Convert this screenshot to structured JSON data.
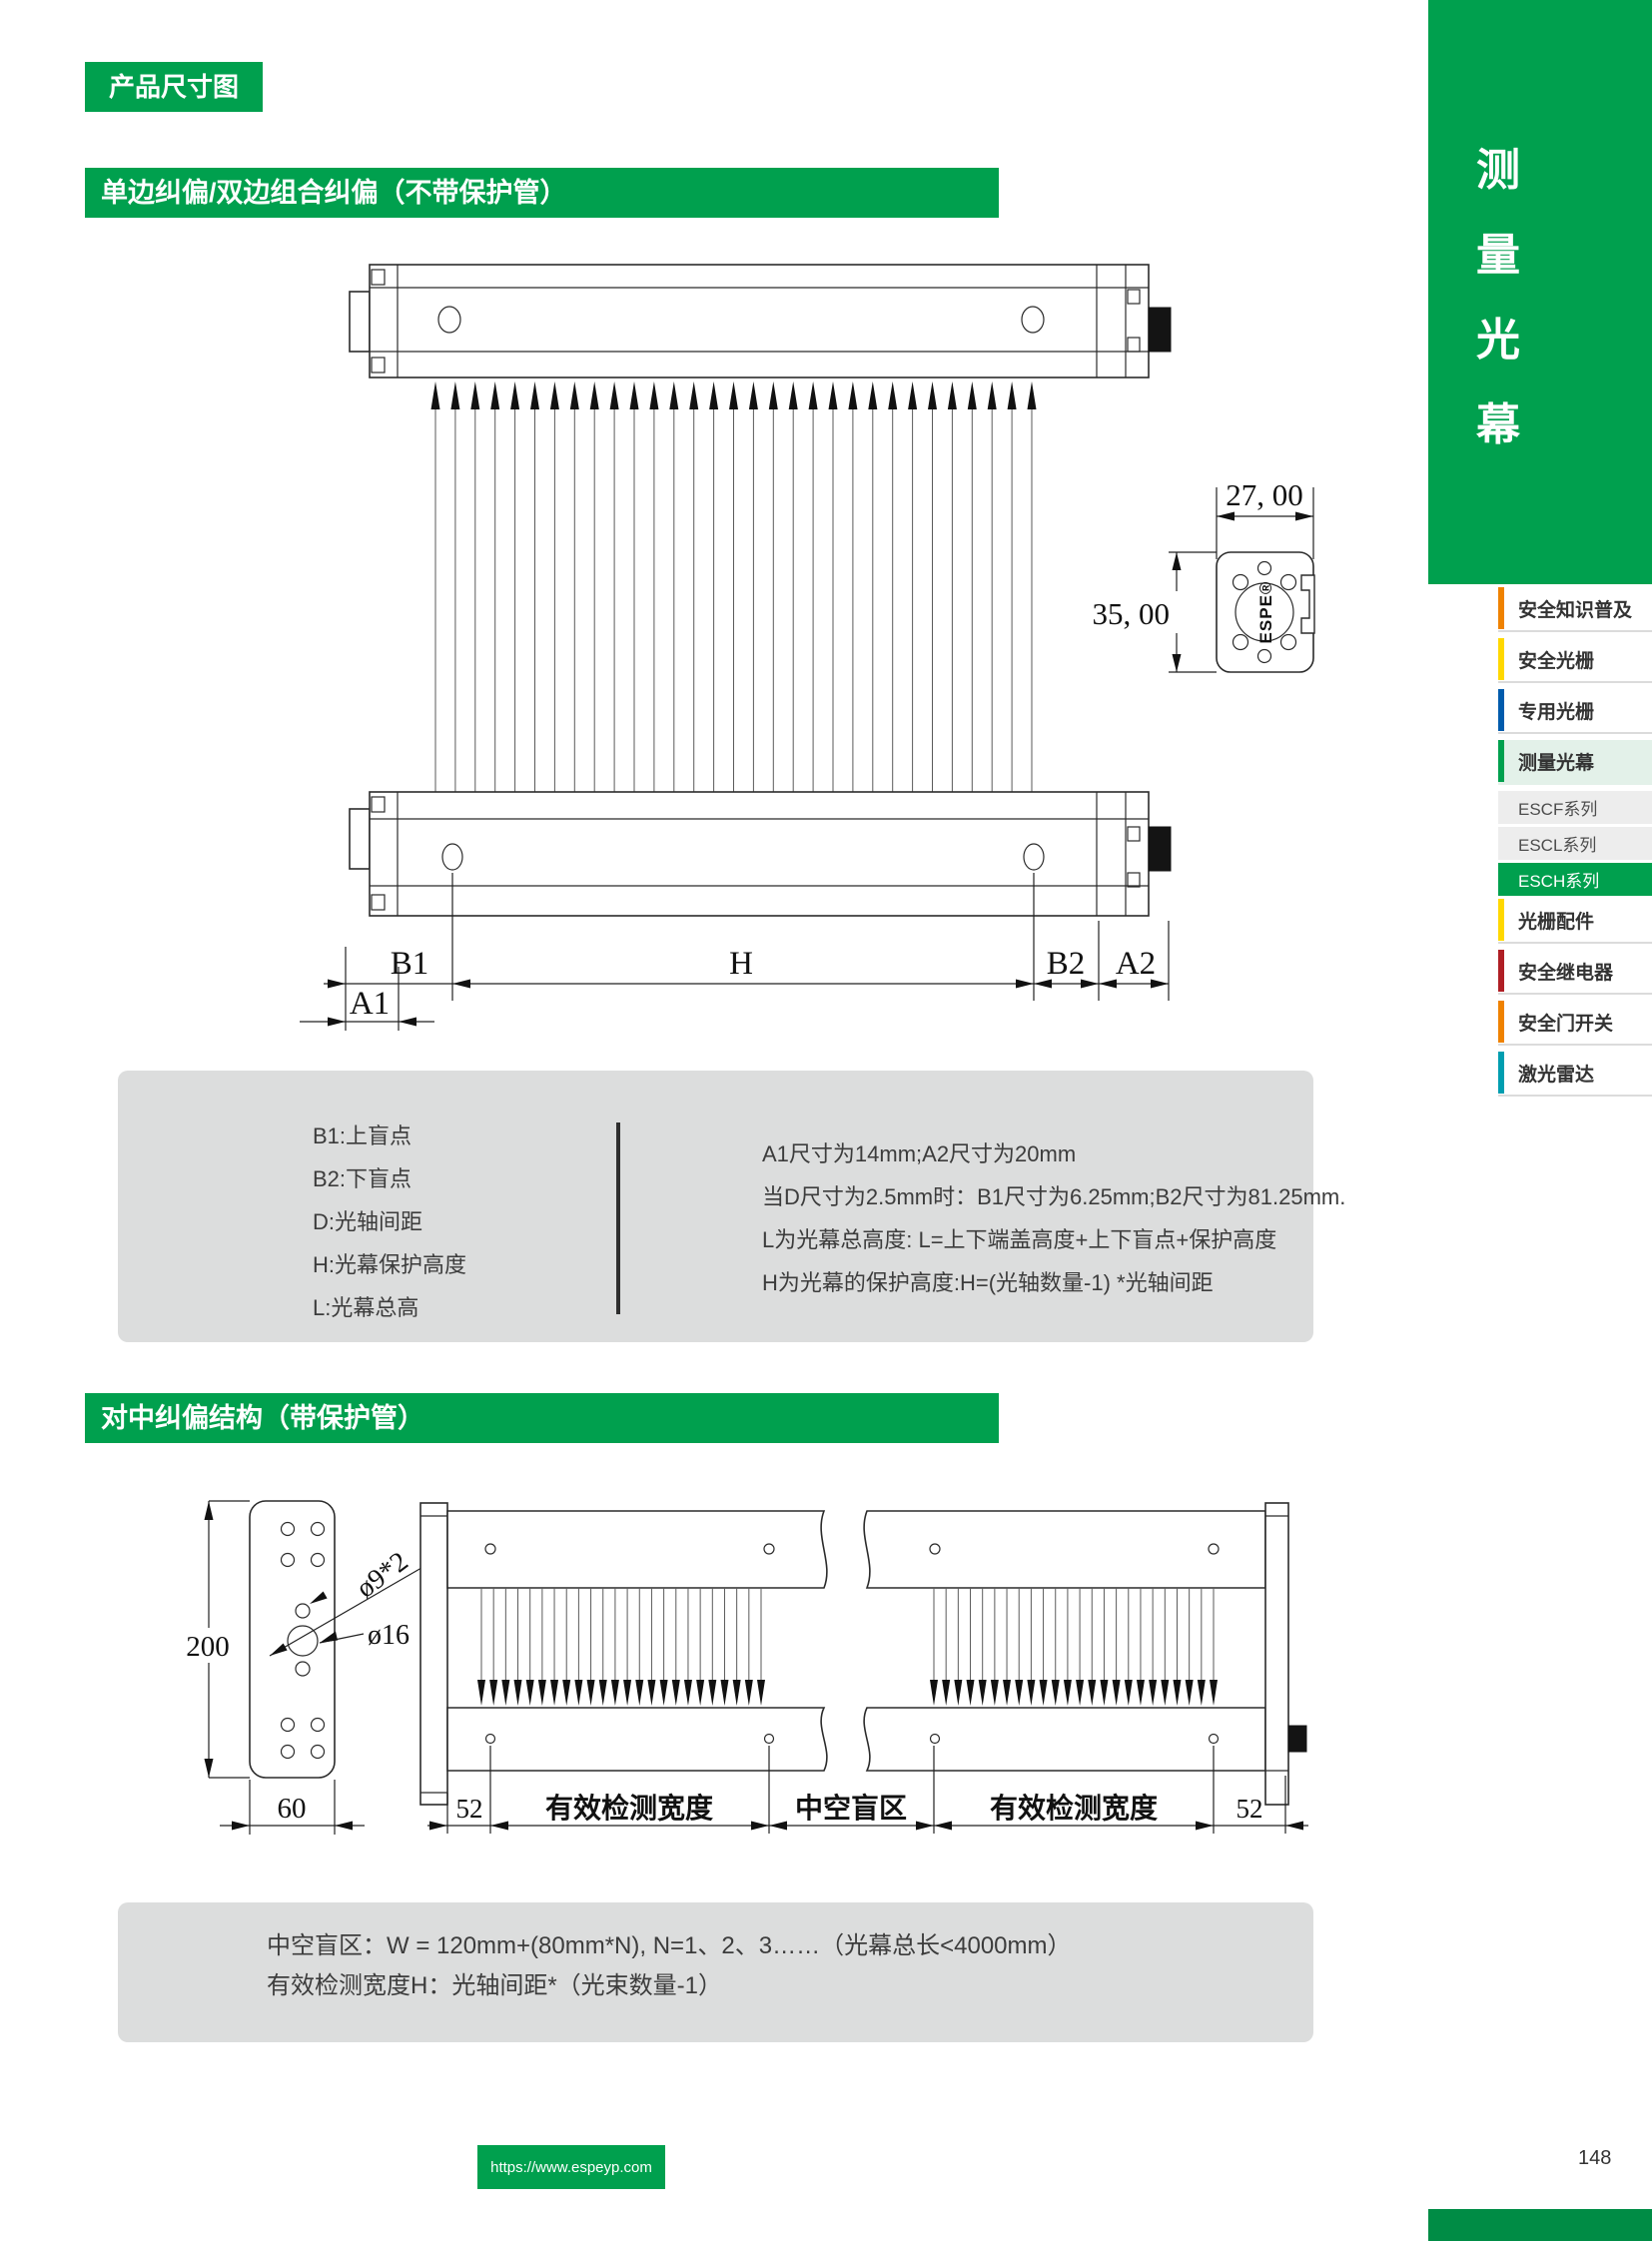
{
  "colors": {
    "brand_green": "#00A04E",
    "accent_orange": "#EF8200",
    "accent_yellow": "#FFD800",
    "accent_blue": "#005BAC",
    "accent_red": "#AF1E24",
    "accent_teal": "#009EB0",
    "box_gray": "#DCDDDD"
  },
  "badge": "产品尺寸图",
  "sidebar": {
    "vertical_title_chars": [
      "测",
      "量",
      "光",
      "幕"
    ],
    "items": [
      {
        "label": "安全知识普及"
      },
      {
        "label": "安全光栅"
      },
      {
        "label": "专用光栅"
      },
      {
        "label": "测量光幕"
      },
      {
        "label": "ESCF系列"
      },
      {
        "label": "ESCL系列"
      },
      {
        "label": "ESCH系列"
      },
      {
        "label": "光栅配件"
      },
      {
        "label": "安全继电器"
      },
      {
        "label": "安全门开关"
      },
      {
        "label": "激光雷达"
      }
    ]
  },
  "section1": {
    "header": "单边纠偏/双边组合纠偏（不带保护管）",
    "labels": {
      "dim_width": "27, 00",
      "dim_height": "35, 00",
      "logo": "ESPE®",
      "b1": "B1",
      "h": "H",
      "b2": "B2",
      "a1": "A1",
      "a2": "A2"
    },
    "legend": [
      "B1:上盲点",
      "B2:下盲点",
      "D:光轴间距",
      "H:光幕保护高度",
      "L:光幕总高"
    ],
    "notes": [
      "A1尺寸为14mm;A2尺寸为20mm",
      "当D尺寸为2.5mm时：B1尺寸为6.25mm;B2尺寸为81.25mm.",
      "L为光幕总高度: L=上下端盖高度+上下盲点+保护高度",
      "H为光幕的保护高度:H=(光轴数量-1) *光轴间距"
    ]
  },
  "section2": {
    "header": "对中纠偏结构（带保护管）",
    "labels": {
      "plate_height": "200",
      "plate_width": "60",
      "hole_small": "ø9*2",
      "hole_big": "ø16",
      "seg_52_left": "52",
      "seg_detect_left": "有效检测宽度",
      "seg_hollow": "中空盲区",
      "seg_detect_right": "有效检测宽度",
      "seg_52_right": "52"
    },
    "notes": [
      "中空盲区：W = 120mm+(80mm*N), N=1、2、3……（光幕总长<4000mm）",
      "有效检测宽度H：光轴间距*（光束数量-1）"
    ]
  },
  "footer": {
    "url": "https://www.espeyp.com",
    "page_number": "148"
  }
}
